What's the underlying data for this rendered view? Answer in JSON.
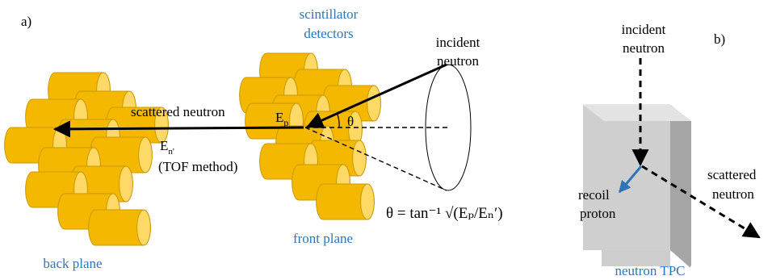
{
  "panel_a": {
    "label": "a)",
    "scintillator_label": [
      "scintillator",
      "detectors"
    ],
    "incident_label": [
      "incident",
      "neutron"
    ],
    "scattered_label": "scattered neutron",
    "ep_label": "E",
    "ep_sub": "p",
    "theta_label": "θ",
    "en_label": "E",
    "en_sub": "n'",
    "tof_label": "(TOF method)",
    "formula_label": "θ = tan⁻¹ √(Eₚ/Eₙ′)",
    "front_plane_label": "front plane",
    "back_plane_label": "back plane"
  },
  "panel_b": {
    "label": "b)",
    "incident_label": [
      "incident",
      "neutron"
    ],
    "scattered_label": [
      "scattered",
      "neutron"
    ],
    "recoil_label": [
      "recoil",
      "proton"
    ],
    "tpc_label": "neutron TPC"
  },
  "colors": {
    "cylinder_fill": "#f5b800",
    "cylinder_face": "#ffd966",
    "cylinder_stroke": "#c99a00",
    "label_blue": "#2e75b6",
    "proton_arrow": "#2e75b6",
    "box_front": "#cdcdcd",
    "box_side": "#a9a9a9",
    "box_top": "#e6e6e6"
  }
}
